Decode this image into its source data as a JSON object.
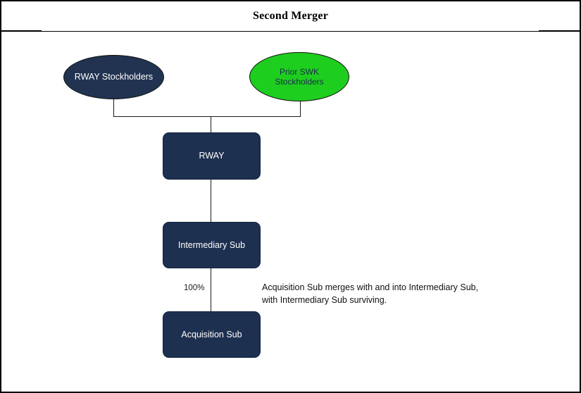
{
  "header": {
    "title": "Second Merger"
  },
  "diagram": {
    "type": "org-merger-structure-chart",
    "nodes": [
      {
        "id": "rway-stockholders",
        "label": "RWAY Stockholders",
        "shape": "ellipse",
        "fill": "#213351",
        "text_color": "#ffffff"
      },
      {
        "id": "prior-swk-stockholders",
        "label_line1": "Prior SWK",
        "label_line2": "Stockholders",
        "shape": "ellipse",
        "fill": "#1ECE1E",
        "text_color": "#1b2d4d"
      },
      {
        "id": "rway",
        "label": "RWAY",
        "shape": "rounded-rect",
        "fill": "#1E3050",
        "text_color": "#ffffff"
      },
      {
        "id": "intermediary-sub",
        "label": "Intermediary Sub",
        "shape": "rounded-rect",
        "fill": "#1E3050",
        "text_color": "#ffffff"
      },
      {
        "id": "acquisition-sub",
        "label": "Acquisition Sub",
        "shape": "rounded-rect",
        "fill": "#1E3050",
        "text_color": "#ffffff"
      }
    ],
    "edge_labels": {
      "intermediary_to_acquisition": "100%"
    },
    "annotation": {
      "line1": "Acquisition Sub merges with and into Intermediary Sub,",
      "line2": "with Intermediary Sub surviving."
    }
  }
}
